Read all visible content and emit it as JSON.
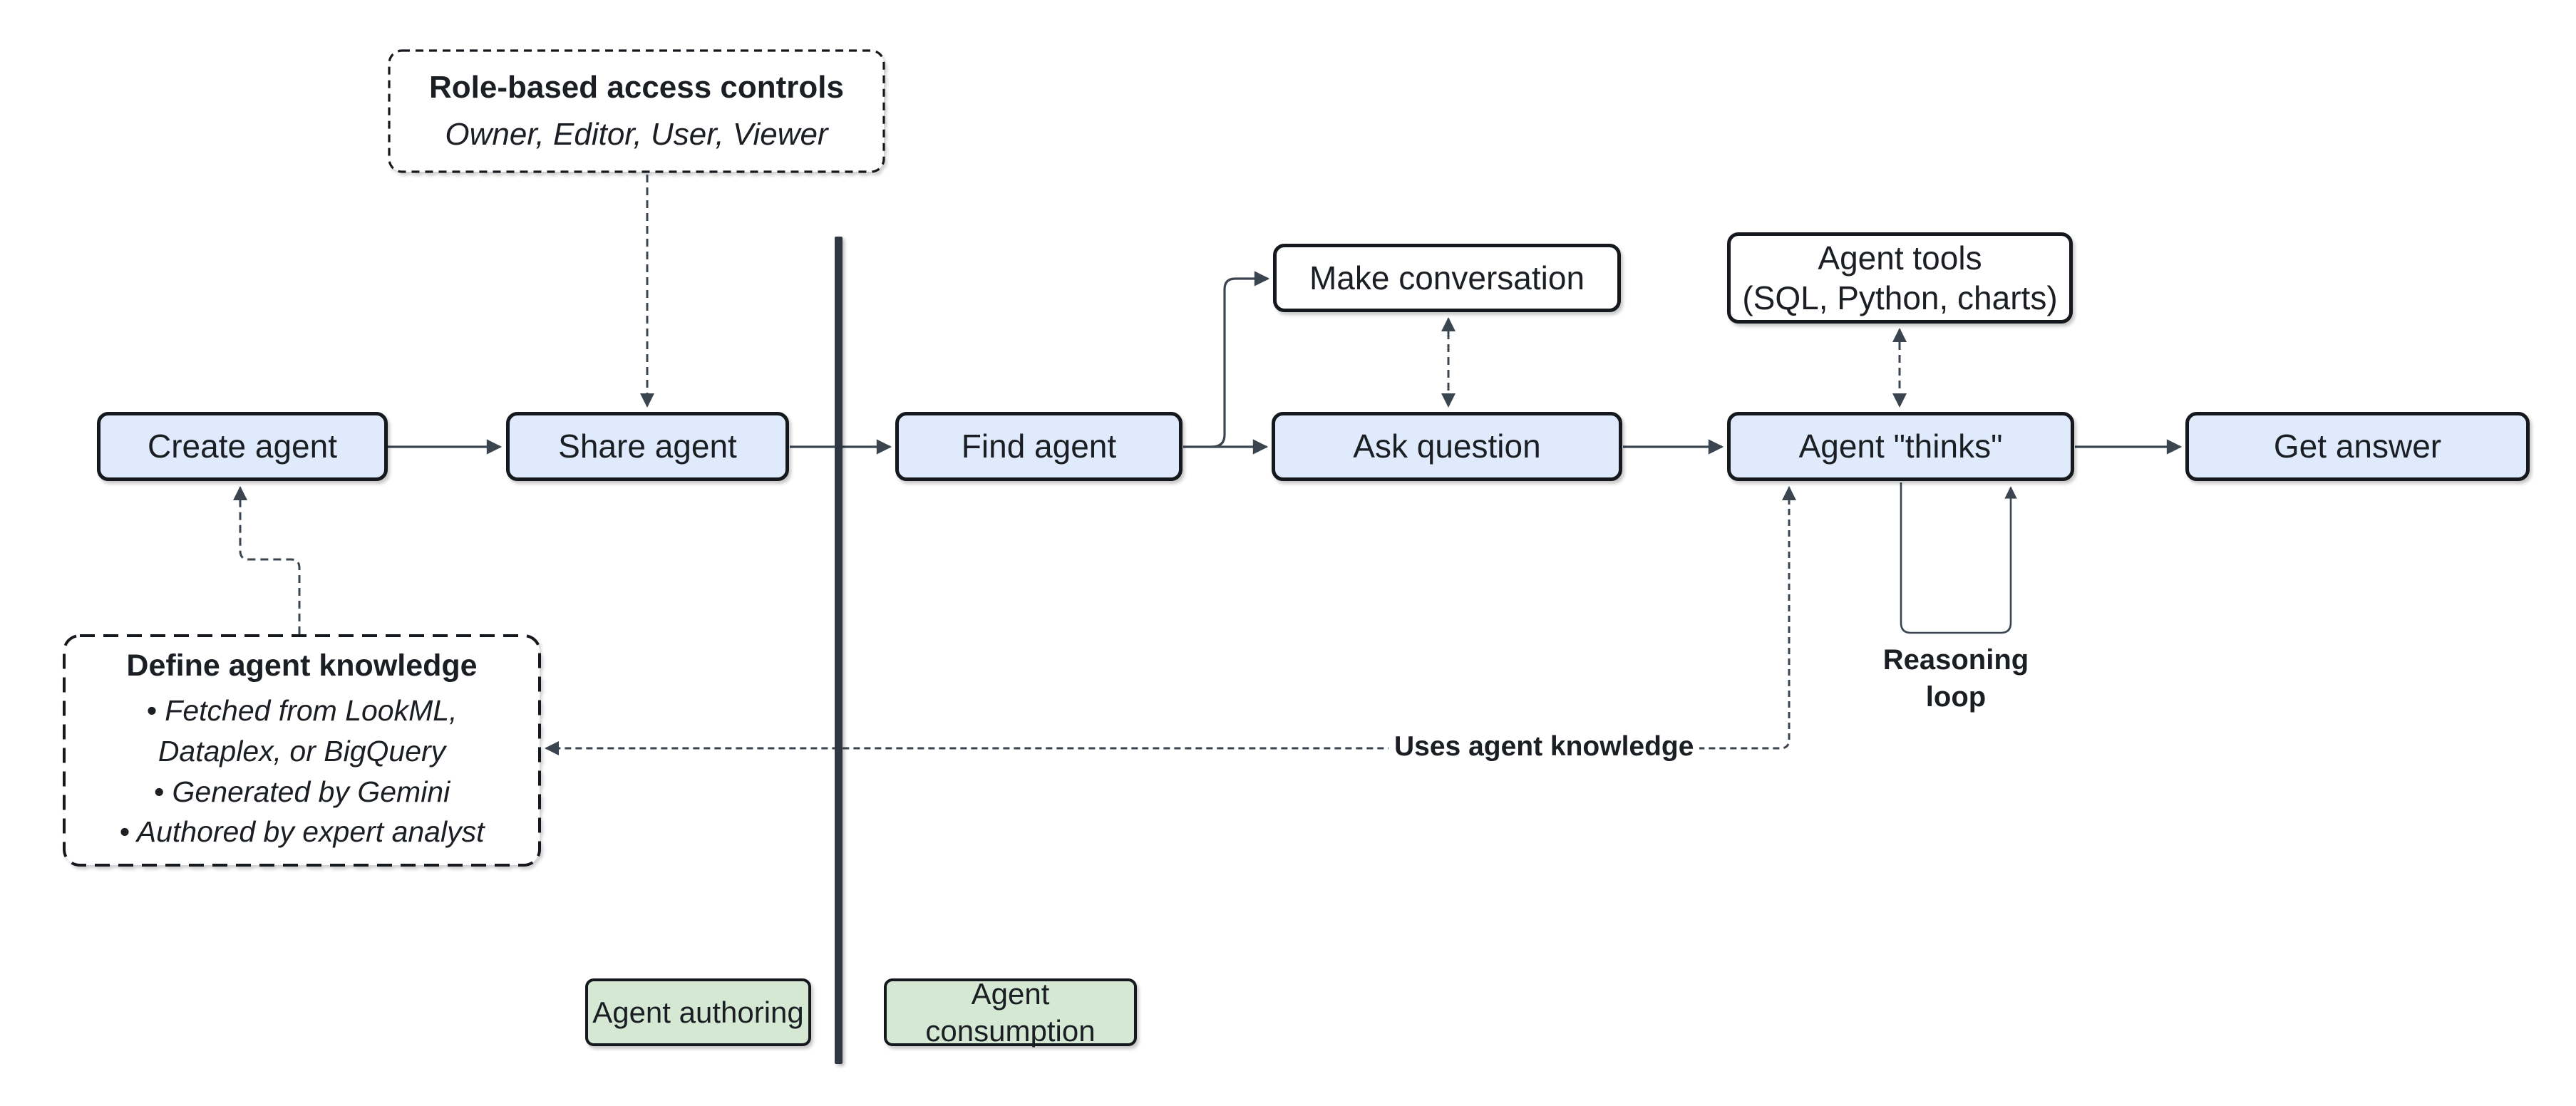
{
  "diagram": {
    "nodes": {
      "create_agent": "Create agent",
      "share_agent": "Share agent",
      "find_agent": "Find agent",
      "make_conversation": "Make conversation",
      "ask_question": "Ask question",
      "agent_tools_line1": "Agent tools",
      "agent_tools_line2": "(SQL, Python, charts)",
      "agent_thinks": "Agent \"thinks\"",
      "get_answer": "Get answer"
    },
    "notes": {
      "rbac_title": "Role-based access controls",
      "rbac_subtitle": "Owner, Editor, User, Viewer",
      "knowledge_title": "Define agent knowledge",
      "knowledge_bullets": [
        "• Fetched from LookML, Dataplex, or BigQuery",
        "• Generated by Gemini",
        "• Authored by expert analyst"
      ]
    },
    "edge_labels": {
      "uses_knowledge": "Uses agent knowledge",
      "reasoning_loop": "Reasoning loop"
    },
    "zones": {
      "authoring": "Agent authoring",
      "consumption": "Agent consumption"
    },
    "colors": {
      "node_fill": "#dfeafc",
      "zone_fill": "#d5e8d4",
      "box_border": "#15191e",
      "connector": "#3b4550",
      "divider": "#2f3842",
      "text": "#1b1f24"
    }
  }
}
